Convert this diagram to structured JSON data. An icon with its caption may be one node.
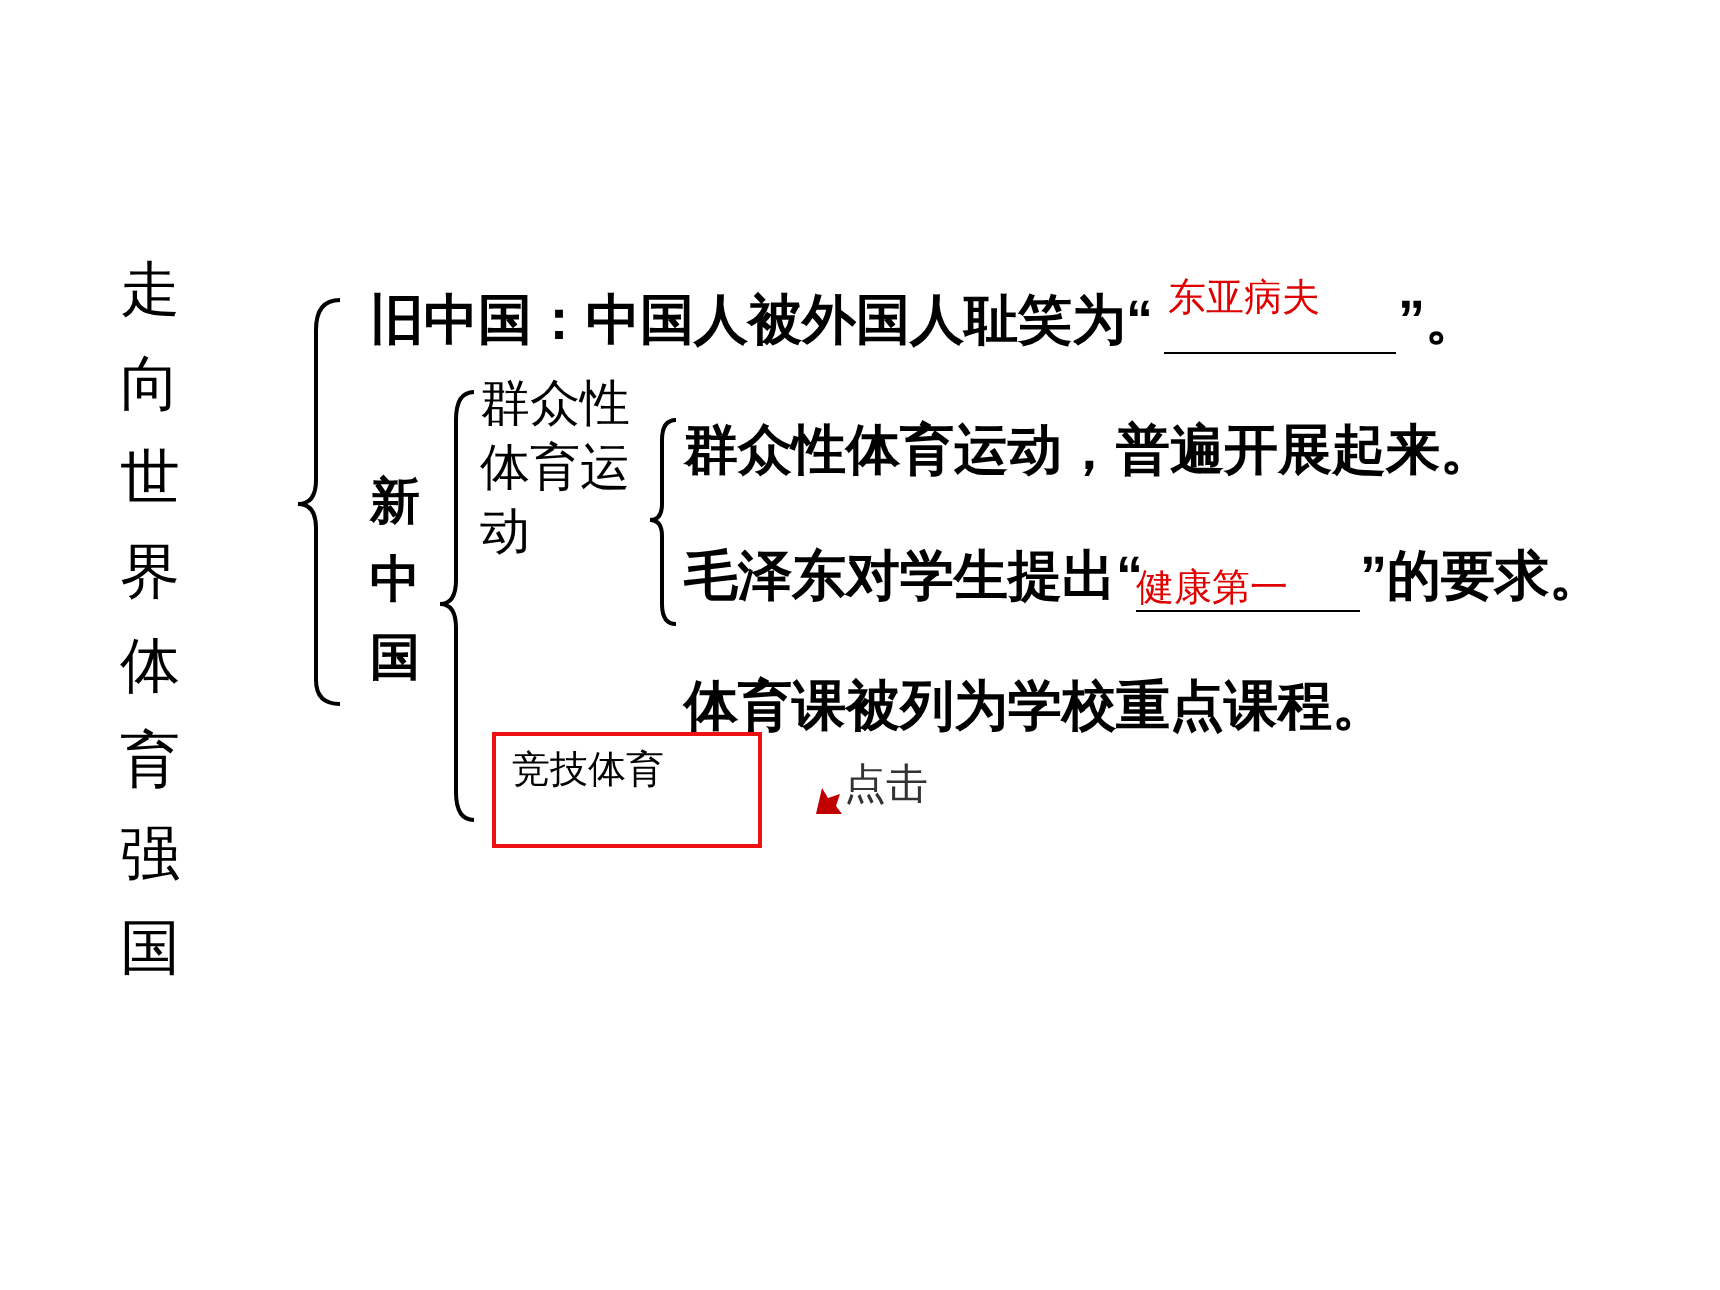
{
  "diagram": {
    "nodes": [
      {
        "text": [
          "竞技体育"
        ]
      }
    ],
    "labels": [
      "走向世界体育强国",
      "旧中国：中国人被外国人耻笑为“",
      "东亚病夫",
      "”。",
      "新中国",
      "群众性体育运动",
      "群众性体育运动，普遍开展起来。",
      "毛泽东对学生提出“",
      "健康第一",
      "”的要求。",
      "体育课被列为学校重点课程。",
      "点击"
    ]
  }
}
